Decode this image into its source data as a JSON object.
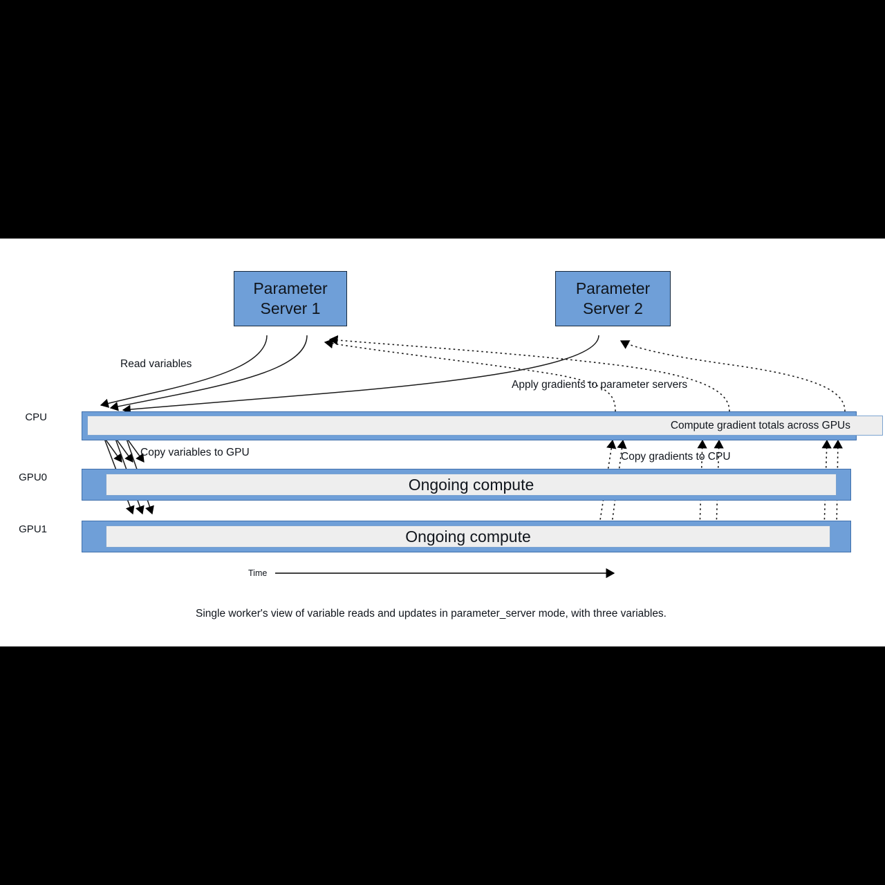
{
  "figure": {
    "caption": "Single worker's view of variable reads and updates in parameter_server mode, with three variables.",
    "time_axis_label": "Time",
    "background": "#ffffff",
    "accent_blue": "#6f9fd8",
    "bar_fill": "#eeeeee",
    "letterbox": "#000000"
  },
  "parameter_servers": [
    {
      "line1": "Parameter",
      "line2": "Server 1"
    },
    {
      "line1": "Parameter",
      "line2": "Server 2"
    }
  ],
  "lanes": [
    {
      "label": "CPU",
      "text": "Compute gradient totals across GPUs"
    },
    {
      "label": "GPU0",
      "text": "Ongoing compute"
    },
    {
      "label": "GPU1",
      "text": "Ongoing compute"
    }
  ],
  "annotations": {
    "read_variables": "Read variables",
    "apply_gradients": "Apply gradients to parameter servers",
    "copy_variables_to_gpu": "Copy variables to GPU",
    "copy_gradients_to_cpu": "Copy gradients to CPU"
  }
}
